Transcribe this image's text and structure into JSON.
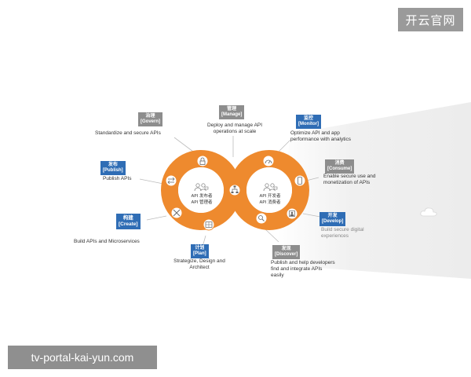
{
  "watermarks": {
    "top": "开云官网",
    "bottom": "tv-portal-kai-yun.com"
  },
  "center": {
    "left_line1": "API 发布者",
    "left_line2": "API 管理者",
    "right_line1": "API 开发者",
    "right_line2": "API 消费者"
  },
  "stages": {
    "govern": {
      "zh": "治理",
      "en": "[Govern]",
      "desc": [
        "Standardize and secure APIs"
      ]
    },
    "manage": {
      "zh": "管理",
      "en": "[Manage]",
      "desc": [
        "Deploy and manage API",
        "operations at scale"
      ]
    },
    "monitor": {
      "zh": "监控",
      "en": "[Monitor]",
      "desc": [
        "Optimize API and app",
        "performance with analytics"
      ]
    },
    "consume": {
      "zh": "消费",
      "en": "[Consume]",
      "desc": [
        "Enable secure use and",
        "monetization of APIs"
      ]
    },
    "develop": {
      "zh": "开发",
      "en": "[Develop]",
      "desc": [
        "Build secure digital",
        "experiences"
      ]
    },
    "discover": {
      "zh": "发现",
      "en": "[Discover]",
      "desc": [
        "Publish and help developers",
        "find and integrate APIs",
        "easily"
      ]
    },
    "plan": {
      "zh": "计划",
      "en": "[Plan]",
      "desc": [
        "Strategize, Design and",
        "Architect"
      ]
    },
    "create": {
      "zh": "构建",
      "en": "[Create]",
      "desc": [
        "Build APIs and Microservices"
      ]
    },
    "publish": {
      "zh": "发布",
      "en": "[Publish]",
      "desc": [
        "Publish APIs"
      ]
    }
  },
  "colors": {
    "orange": "#ee8a2e",
    "blue": "#2f6db5",
    "gray": "#8d8d8d"
  },
  "icons": [
    "lock-icon",
    "gauge-icon",
    "arrows-icon",
    "mobile-icon",
    "network-icon",
    "tools-icon",
    "search-icon",
    "blueprint-icon",
    "code-icon",
    "people-icon"
  ]
}
